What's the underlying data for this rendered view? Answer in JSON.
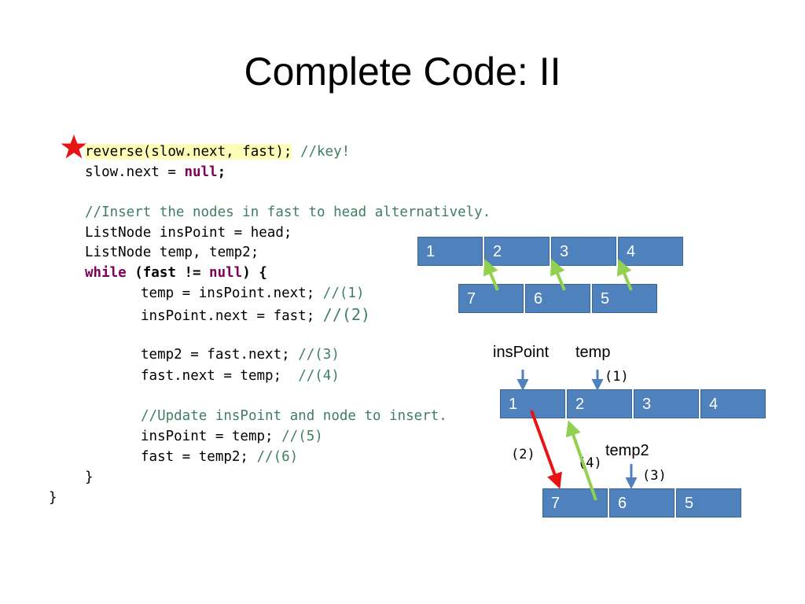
{
  "slide": {
    "title": "Complete Code: II"
  },
  "code": {
    "l1_code": "reverse(slow.next, fast);",
    "l1_comment": " //key!",
    "l2_a": "slow.next = ",
    "l2_kw": "null",
    "l2_b": ";",
    "l3_comment": "//Insert the nodes in fast to head alternatively.",
    "l4": "ListNode insPoint = head;",
    "l5": "ListNode temp, temp2;",
    "l6_kw": "while",
    "l6_a": " (fast != ",
    "l6_kw2": "null",
    "l6_b": ") {",
    "l7_code": "temp = insPoint.next; ",
    "l7_comment": "//(1)",
    "l8_code": "insPoint.next = fast; ",
    "l8_comment": "//(2)",
    "l9_code": "temp2 = fast.next; ",
    "l9_comment": "//(3)",
    "l10_code": "fast.next = temp;  ",
    "l10_comment": "//(4)",
    "l11_comment": "//Update insPoint and node to insert.",
    "l12_code": "insPoint = temp; ",
    "l12_comment": "//(5)",
    "l13_code": "fast = temp2; ",
    "l13_comment": "//(6)",
    "l14": "}",
    "l15": "}"
  },
  "diagram1": {
    "top_list": [
      "1",
      "2",
      "3",
      "4"
    ],
    "bottom_list": [
      "7",
      "6",
      "5"
    ]
  },
  "diagram2": {
    "top_list": [
      "1",
      "2",
      "3",
      "4"
    ],
    "bottom_list": [
      "7",
      "6",
      "5"
    ],
    "label_inspoint": "insPoint",
    "label_temp": "temp",
    "label_temp2": "temp2",
    "step1": "(1)",
    "step2": "(2)",
    "step3": "(3)",
    "step4": "(4)"
  },
  "colors": {
    "cell_fill": "#4f81bd",
    "arrow_green": "#92d050",
    "arrow_red": "#e81414",
    "arrow_blue": "#4f81bd",
    "star": "#e81414",
    "highlight": "#fdfdb8"
  }
}
